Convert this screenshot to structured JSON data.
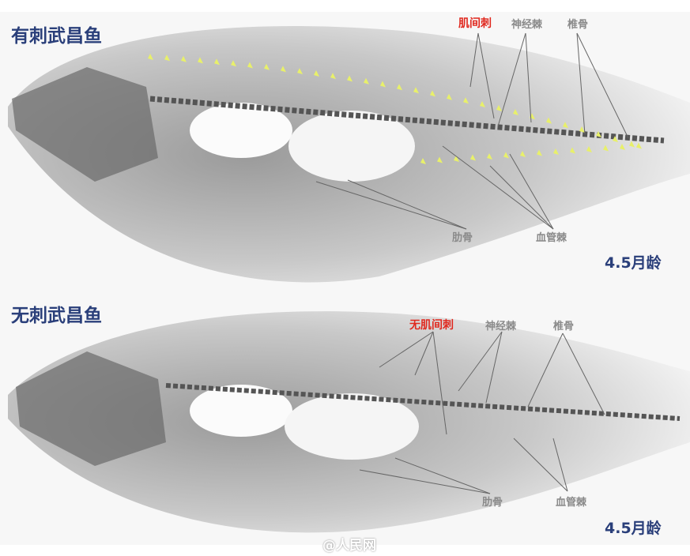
{
  "panels": [
    {
      "title": "有刺武昌鱼",
      "age": "4.5月龄",
      "labels": {
        "intermuscular": "肌间刺",
        "neural_spine": "神经棘",
        "vertebra": "椎骨",
        "rib": "肋骨",
        "haemal_spine": "血管棘"
      },
      "intermuscular_color": "#e0281e",
      "spine_marker_color": "#e8f06a"
    },
    {
      "title": "无刺武昌鱼",
      "age": "4.5月龄",
      "labels": {
        "intermuscular": "无肌间刺",
        "neural_spine": "神经棘",
        "vertebra": "椎骨",
        "rib": "肋骨",
        "haemal_spine": "血管棘"
      },
      "intermuscular_color": "#e0281e"
    }
  ],
  "watermark": "@人民网"
}
